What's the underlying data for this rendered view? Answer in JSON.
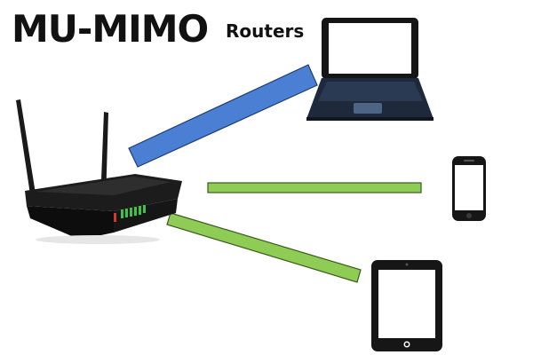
{
  "title": {
    "main": "MU-MIMO",
    "sub": "Routers"
  },
  "devices": [
    {
      "name": "router",
      "icon": "router-icon"
    },
    {
      "name": "laptop",
      "icon": "laptop-icon"
    },
    {
      "name": "phone",
      "icon": "smartphone-icon"
    },
    {
      "name": "tablet",
      "icon": "tablet-icon"
    }
  ],
  "links": [
    {
      "from": "router",
      "to": "laptop",
      "color": "#4a7fd4"
    },
    {
      "from": "router",
      "to": "phone",
      "color": "#8fcc55"
    },
    {
      "from": "router",
      "to": "tablet",
      "color": "#8fcc55"
    }
  ],
  "colors": {
    "outline": "#3a5a1a",
    "device": "#111111",
    "screen": "#ffffff",
    "led": "#39c44a"
  }
}
